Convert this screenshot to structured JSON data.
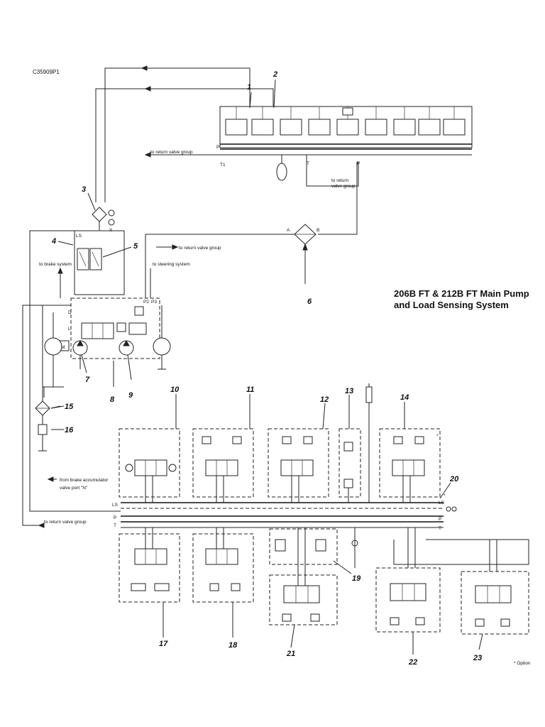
{
  "document": {
    "id": "C35909P1",
    "title_line1": "206B FT & 212B FT Main Pump",
    "title_line2": "and Load Sensing System",
    "option_note": "* Option"
  },
  "labels": {
    "return_top": "to return valve group",
    "return_mid1": "to return",
    "return_mid2": "valve group",
    "return_pump": "to return valve group",
    "steering": "to steering system",
    "brake": "to brake system",
    "brake_acc1": "from brake accumulator",
    "brake_acc2": "valve port \"N\"",
    "return_bottom": "to return valve group"
  },
  "ports": {
    "P": "P",
    "T": "T",
    "T1": "T1",
    "LS": "LS",
    "A": "A",
    "B": "B",
    "X": "X",
    "P2": "P2",
    "P3": "P3",
    "D": "D",
    "L": "L",
    "M": "M"
  },
  "callouts": [
    "1",
    "2",
    "3",
    "4",
    "5",
    "6",
    "7",
    "8",
    "9",
    "10",
    "11",
    "12",
    "13",
    "14",
    "15",
    "16",
    "17",
    "18",
    "19",
    "20",
    "21",
    "22",
    "23"
  ],
  "colors": {
    "line": "#222222",
    "background": "#ffffff"
  }
}
